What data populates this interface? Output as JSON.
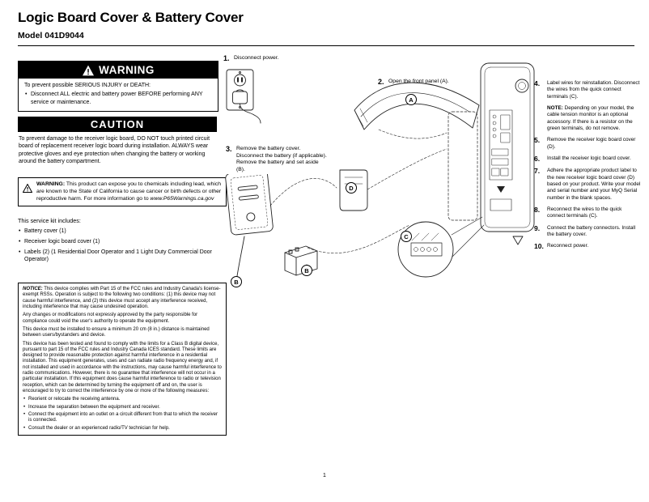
{
  "colors": {
    "ink": "#000000",
    "paper": "#ffffff"
  },
  "header": {
    "title": "Logic Board Cover & Battery Cover",
    "model": "Model 041D9044"
  },
  "warning_box": {
    "header": "WARNING",
    "intro": "To prevent possible SERIOUS INJURY or DEATH:",
    "bullet": "Disconnect ALL electric and battery power BEFORE performing ANY service or maintenance."
  },
  "caution_box": {
    "header": "CAUTION",
    "body": "To prevent damage to the receiver logic board, DO NOT touch printed circuit board of replacement receiver logic board during installation. ALWAYS wear protective gloves and eye protection when changing the battery or working around the battery compartment."
  },
  "prop65": {
    "label": "WARNING:",
    "text": "This product can expose you to chemicals including lead, which are known to the State of California to cause cancer or birth defects or other reproductive harm. For more information go to",
    "link": "www.P65Warnings.ca.gov"
  },
  "service_kit": {
    "heading": "This service kit includes:",
    "items": [
      "Battery cover (1)",
      "Receiver logic board cover (1)",
      "Labels (2) (1 Residential Door Operator and 1 Light Duty Commercial Door Operator)"
    ]
  },
  "notice_box": {
    "p1_label": "NOTICE:",
    "p1": "This device complies with Part 15 of the FCC rules and Industry Canada's license-exempt RSSs. Operation is subject to the following two conditions: (1) this device may not cause harmful interference, and (2) this device must accept any interference received, including interference that may cause undesired operation.",
    "p2": "Any changes or modifications not expressly approved by the party responsible for compliance could void the user's authority to operate the equipment.",
    "p3": "This device must be installed to ensure a minimum 20 cm (8 in.) distance is maintained between users/bystanders and device.",
    "p4": "This device has been tested and found to comply with the limits for a Class B digital device, pursuant to part 15 of the FCC rules and Industry Canada ICES standard. These limits are designed to provide reasonable protection against harmful interference in a residential installation. This equipment generates, uses and can radiate radio frequency energy and, if not installed and used in accordance with the instructions, may cause harmful interference to radio communications. However, there is no guarantee that interference will not occur in a particular installation. If this equipment does cause harmful interference to radio or television reception, which can be determined by turning the equipment off and on, the user is encouraged to try to correct the interference by one or more of the following measures:",
    "bullets": [
      "Reorient or relocate the receiving antenna.",
      "Increase the separation between the equipment and receiver.",
      "Connect the equipment into an outlet on a circuit different from that to which the receiver is connected.",
      "Consult the dealer or an experienced radio/TV technician for help."
    ]
  },
  "steps": [
    {
      "num": "1.",
      "text": "Disconnect power."
    },
    {
      "num": "2.",
      "text": "Open the front panel (A)."
    },
    {
      "num": "3.",
      "text": "Remove the battery cover. Disconnect the battery (if applicable). Remove the battery and set aside (B)."
    },
    {
      "num": "4.",
      "text": "Label wires for reinstallation. Disconnect the wires from the quick connect terminals (C)."
    },
    {
      "num": "5.",
      "text": "Remove the receiver logic board cover (D)."
    },
    {
      "num": "6.",
      "text": "Install the receiver logic board cover."
    },
    {
      "num": "7.",
      "text": "Adhere the appropriate product label to the new receiver logic board cover (D) based on your product. Write your model and serial number and your MyQ Serial number in the blank spaces."
    },
    {
      "num": "8.",
      "text": "Reconnect the wires to the quick connect terminals (C)."
    },
    {
      "num": "9.",
      "text": "Connect the battery connectors. Install the battery cover."
    },
    {
      "num": "10.",
      "text": "Reconnect power."
    }
  ],
  "step4_note": {
    "label": "NOTE:",
    "text": "Depending on your model, the cable tension monitor is an optional accessory. If there is a resistor on the green terminals, do not remove."
  },
  "callout_labels": {
    "a": "A",
    "b": "B",
    "c": "C",
    "d": "D"
  },
  "footer": {
    "page_number": "1"
  }
}
